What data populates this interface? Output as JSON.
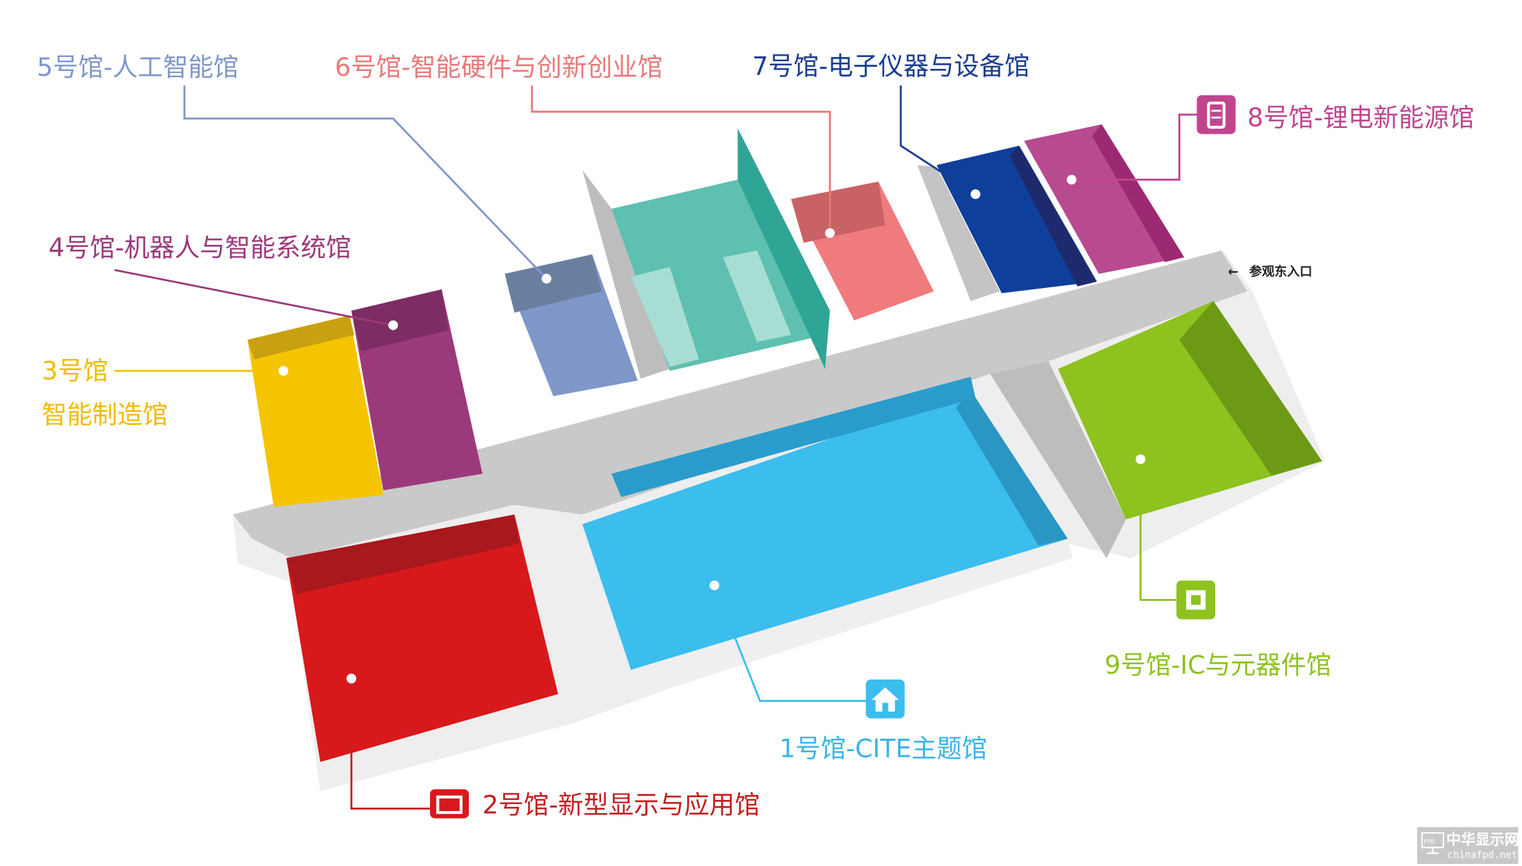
{
  "halls": {
    "h1": {
      "label": "1号馆-CITE主题馆",
      "color": "#3bbdee",
      "icon": "home-icon"
    },
    "h2": {
      "label": "2号馆-新型显示与应用馆",
      "color": "#d7191c",
      "icon": "display-icon"
    },
    "h3": {
      "label": "3号馆",
      "sublabel": "智能制造馆",
      "color": "#f5c400"
    },
    "h4": {
      "label": "4号馆-机器人与智能系统馆",
      "color": "#9b3a7a"
    },
    "h5": {
      "label": "5号馆-人工智能馆",
      "color": "#7f97c9"
    },
    "h6": {
      "label": "6号馆-智能硬件与创新创业馆",
      "color": "#e8797a"
    },
    "h7": {
      "label": "7号馆-电子仪器与设备馆",
      "color": "#1a3d8f"
    },
    "h8": {
      "label": "8号馆-锂电新能源馆",
      "color": "#c0458f",
      "icon": "battery-icon"
    },
    "h9": {
      "label": "9号馆-IC与元器件馆",
      "color": "#8dc21f",
      "icon": "chip-icon"
    }
  },
  "entrance": {
    "label": "参观东入口",
    "arrow": "←"
  },
  "watermark": {
    "logo": "FPD",
    "name": "中华显示网",
    "url": "chinafpd.net"
  }
}
